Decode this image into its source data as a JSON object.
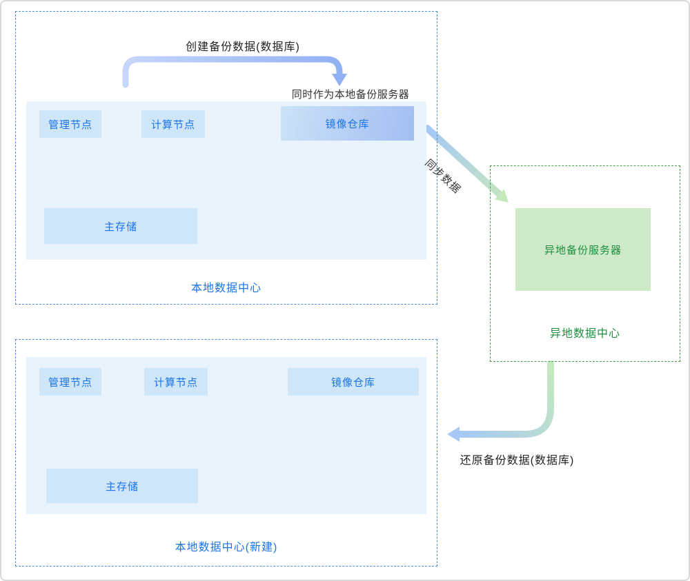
{
  "diagram": {
    "local_dc": {
      "title": "本地数据中心",
      "mgmt_node": "管理节点",
      "compute_node": "计算节点",
      "mirror_repo": "镜像仓库",
      "mirror_note": "同时作为本地备份服务器",
      "main_storage": "主存储"
    },
    "local_dc_new": {
      "title": "本地数据中心(新建)",
      "mgmt_node": "管理节点",
      "compute_node": "计算节点",
      "mirror_repo": "镜像仓库",
      "main_storage": "主存储"
    },
    "remote_dc": {
      "title": "异地数据中心",
      "backup_server": "异地备份服务器"
    },
    "arrows": {
      "create_backup_label": "创建备份数据(数据库)",
      "sync_label": "同步数据",
      "restore_label": "还原备份数据(数据库)"
    },
    "colors": {
      "local_border": "#4a90d9",
      "local_text": "#1a73e8",
      "node_bg": "#cfe6f8",
      "panel_bg": "#e9f3fb",
      "remote_border": "#43a047",
      "remote_text": "#1e8e3e",
      "remote_node_bg": "#cde9c8",
      "arrow_blue": "#9bbcf4",
      "arrow_green": "#c6e8bd",
      "connector_line": "#5b92d8"
    }
  }
}
